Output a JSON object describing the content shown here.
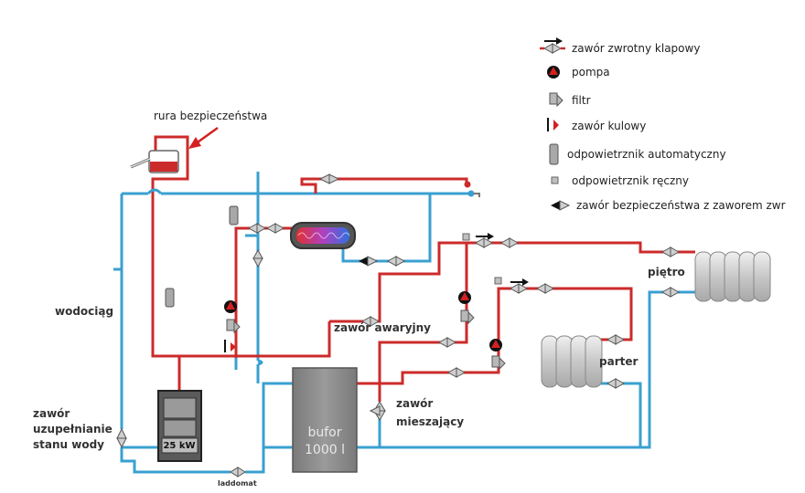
{
  "legend": {
    "check_valve": "zawór  zwrotny klapowy",
    "pump": "pompa",
    "filter": "filtr",
    "ball_valve": "zawór kulowy",
    "auto_vent": "odpowietrznik automatyczny",
    "manual_vent": "odpowietrznik ręczny",
    "safety_valve": "zawór bezpieczeństwa z zaworem zwr"
  },
  "labels": {
    "safety_pipe": "rura bezpieczeństwa",
    "water_main": "wodociąg",
    "refill_valve_1": "zawór",
    "refill_valve_2": "uzupełnianie",
    "refill_valve_3": "stanu wody",
    "laddomat": "laddomat",
    "boiler_power": "25 kW",
    "buffer_1": "bufor",
    "buffer_2": "1000 l",
    "emergency_valve": "zawór awaryjny",
    "mixing_valve_1": "zawór",
    "mixing_valve_2": "mieszający",
    "floor_upper": "piętro",
    "floor_ground": "parter"
  },
  "colors": {
    "hot_pipe": "#cc2b2b",
    "cold_pipe": "#3aa0d0",
    "equipment": "#8a8a8a",
    "arrow": "#d42020"
  }
}
